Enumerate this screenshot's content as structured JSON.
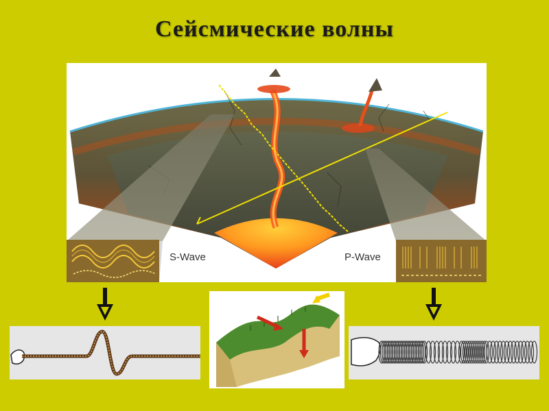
{
  "slide": {
    "title": "Сейсмические волны"
  },
  "diagram": {
    "s_wave_label": "S-Wave",
    "p_wave_label": "P-Wave"
  },
  "colors": {
    "background": "#cccc00",
    "wave_line": "#f2e000",
    "lava": "#ff6a1a",
    "core": "#ffb020"
  },
  "icons": {
    "left_arrow": "arrow-down-icon",
    "right_arrow": "arrow-down-icon"
  }
}
